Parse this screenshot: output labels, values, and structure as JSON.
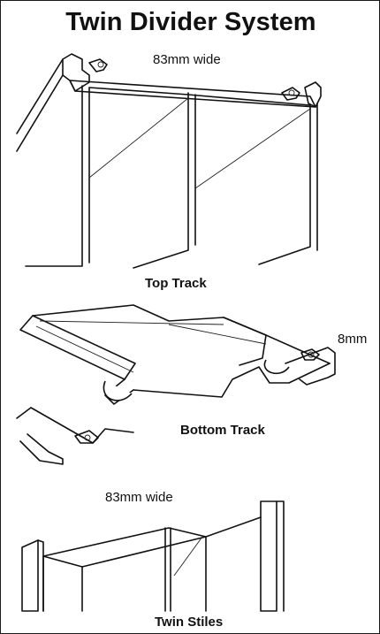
{
  "title": "Twin Divider System",
  "top_track": {
    "width_label": "83mm wide",
    "caption": "Top Track"
  },
  "bottom_track": {
    "height_label": "8mm",
    "caption": "Bottom Track"
  },
  "twin_stiles": {
    "width_label": "83mm wide",
    "caption": "Twin Stiles"
  }
}
